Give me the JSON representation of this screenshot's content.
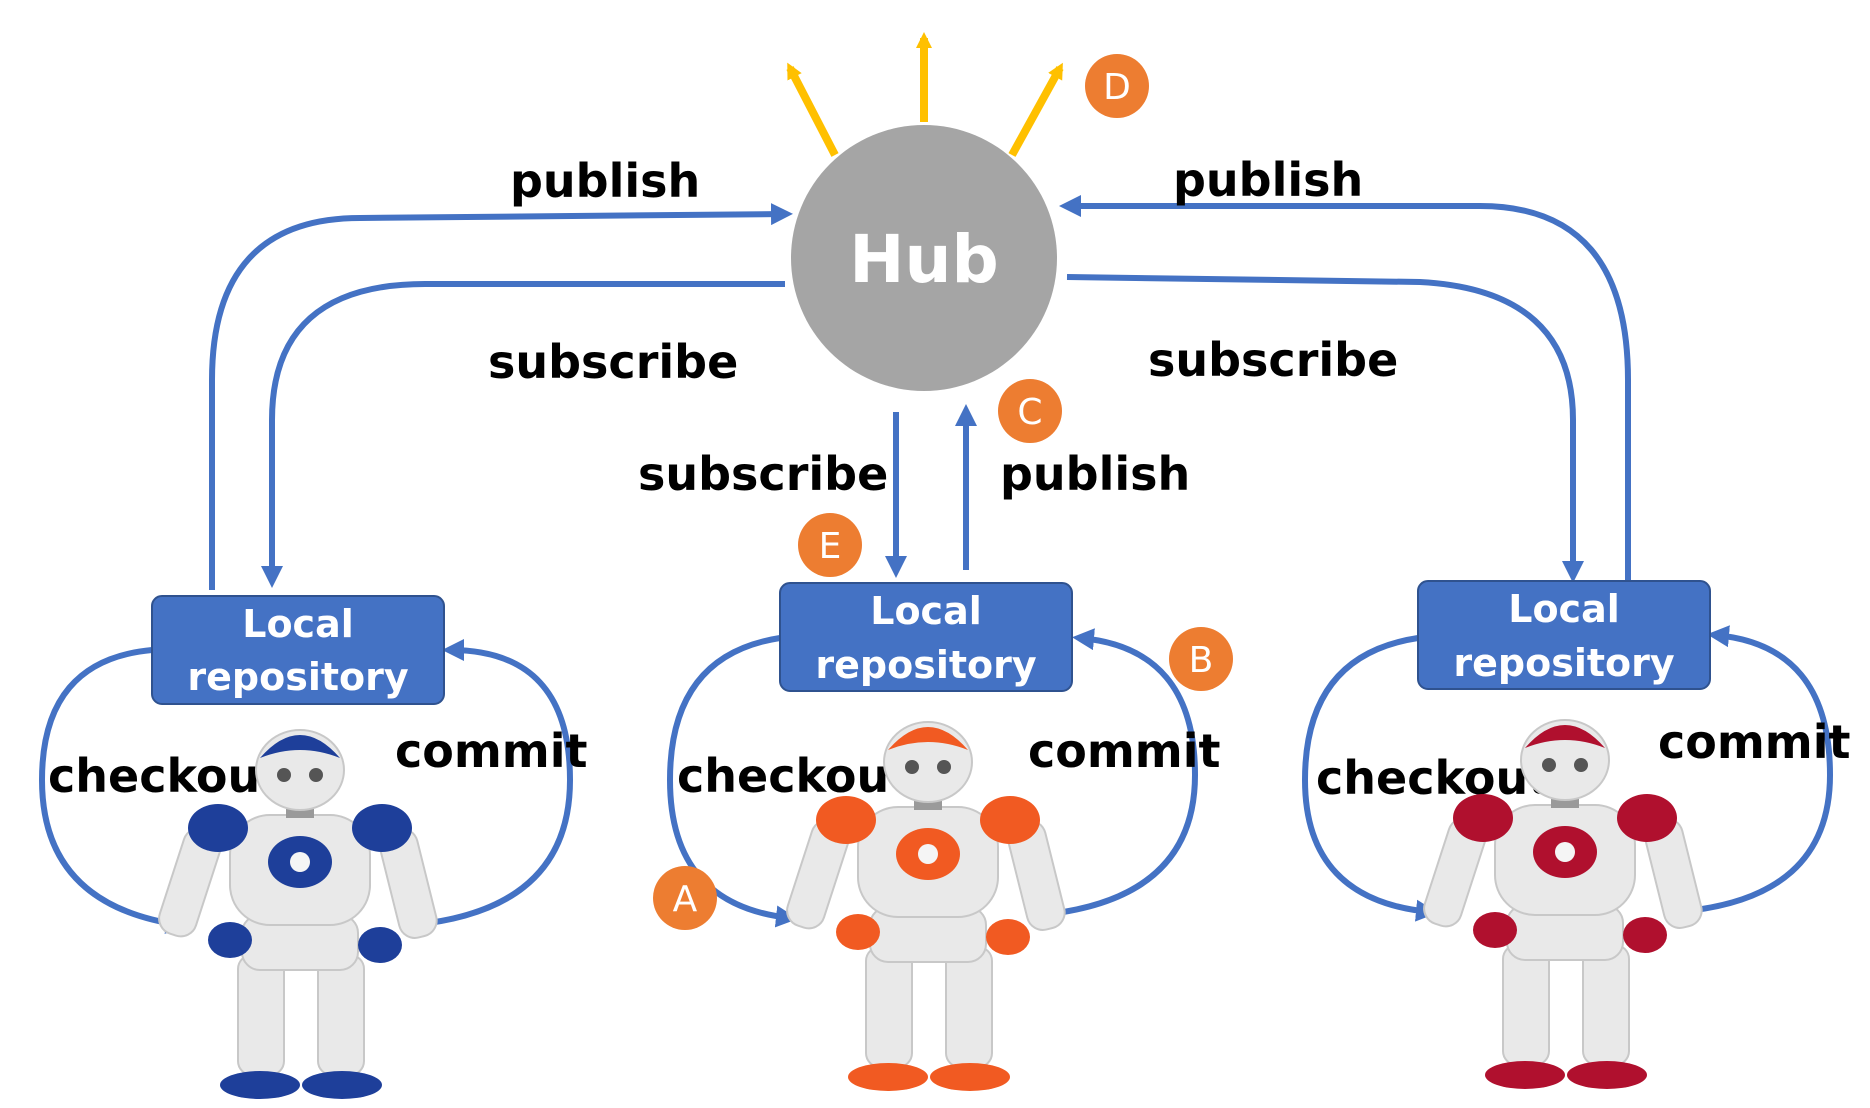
{
  "colors": {
    "flow_arrow": "#4472C4",
    "broadcast_arrow": "#FFC000",
    "hub_fill": "#A5A5A5",
    "repo_fill": "#4472C4",
    "badge_fill": "#ED7D31"
  },
  "hub": {
    "label": "Hub"
  },
  "repositories": [
    {
      "id": "left",
      "label_line1": "Local",
      "label_line2": "repository",
      "robot_accent": "#1E3F9A"
    },
    {
      "id": "center",
      "label_line1": "Local",
      "label_line2": "repository",
      "robot_accent": "#F15A22"
    },
    {
      "id": "right",
      "label_line1": "Local",
      "label_line2": "repository",
      "robot_accent": "#B0102E"
    }
  ],
  "edge_labels": {
    "publish_left": "publish",
    "subscribe_left": "subscribe",
    "publish_right": "publish",
    "subscribe_right": "subscribe",
    "subscribe_center": "subscribe",
    "publish_center": "publish",
    "checkout_left": "checkout",
    "commit_left": "commit",
    "checkout_center": "checkout",
    "commit_center": "commit",
    "checkout_right": "checkout",
    "commit_right": "commit"
  },
  "badges": {
    "a": "A",
    "b": "B",
    "c": "C",
    "d": "D",
    "e": "E"
  },
  "icons": [
    "robot-icon-blue",
    "robot-icon-orange",
    "robot-icon-red"
  ]
}
